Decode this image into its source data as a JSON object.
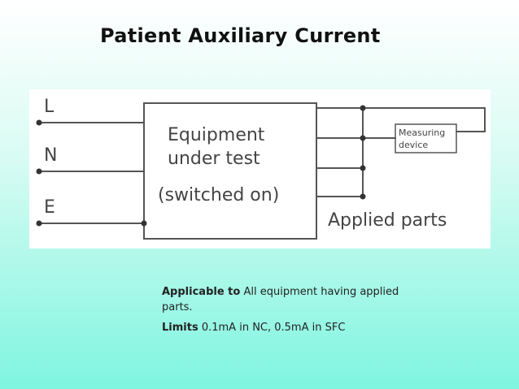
{
  "slide": {
    "title": "Patient Auxiliary Current"
  },
  "diagram": {
    "terminals": [
      "L",
      "N",
      "E"
    ],
    "equipment_label_line1": "Equipment",
    "equipment_label_line2": "under test",
    "equipment_label_line3": "(switched on)",
    "measuring_line1": "Measuring",
    "measuring_line2": "device",
    "applied_parts_label": "Applied parts"
  },
  "info": {
    "applicable_label": "Applicable to",
    "applicable_text": "All equipment having applied parts.",
    "limits_label": "Limits",
    "limits_text": "0.1mA in NC, 0.5mA in SFC"
  }
}
